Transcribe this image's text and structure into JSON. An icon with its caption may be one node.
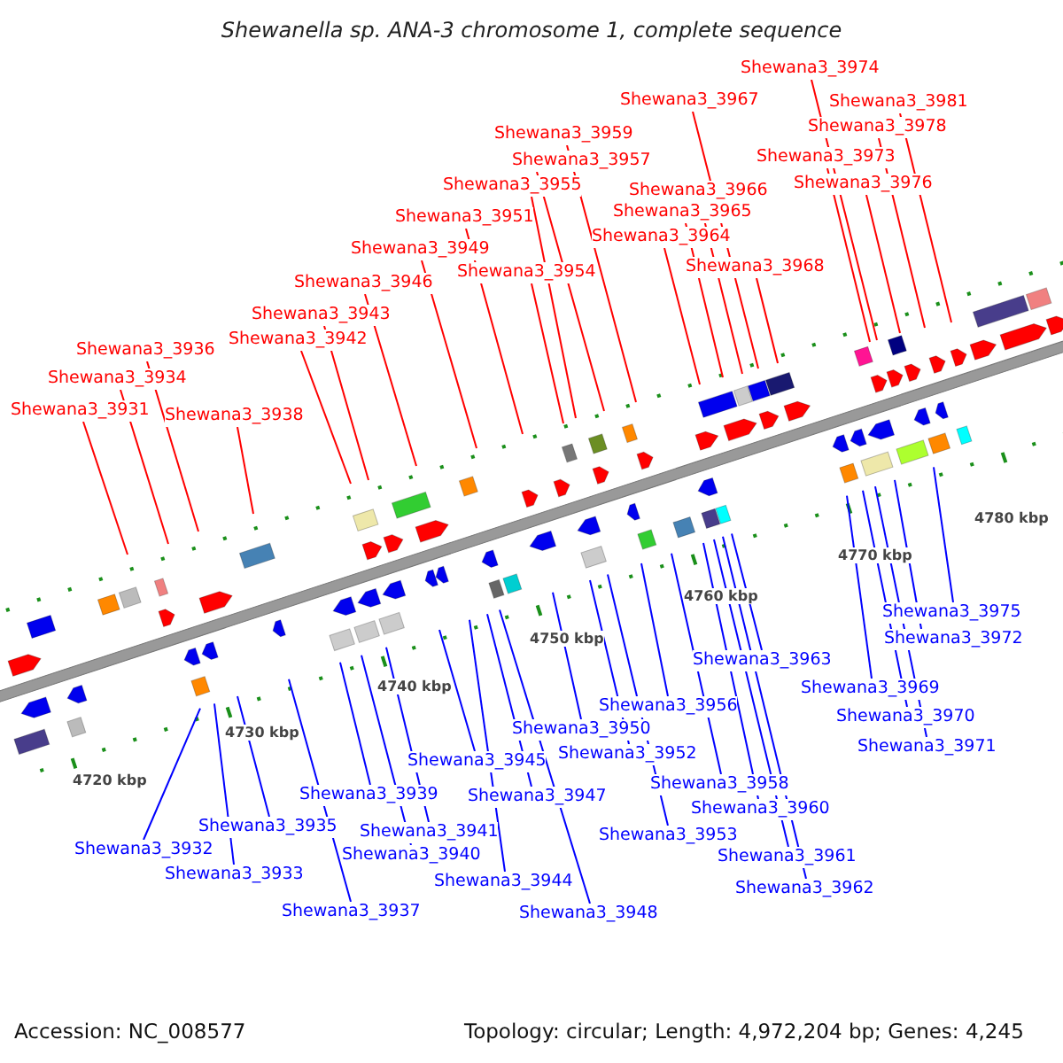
{
  "diagram": {
    "title": "Shewanella sp. ANA-3 chromosome 1, complete sequence",
    "nodes": [
      {
        "text": [
          "Shewana3_3974"
        ]
      },
      {
        "text": [
          "Shewana3_3967"
        ]
      },
      {
        "text": [
          "Shewana3_3981"
        ]
      },
      {
        "text": [
          "Shewana3_3978"
        ]
      },
      {
        "text": [
          "Shewana3_3959"
        ]
      },
      {
        "text": [
          "Shewana3_3973"
        ]
      },
      {
        "text": [
          "Shewana3_3957"
        ]
      },
      {
        "text": [
          "Shewana3_3976"
        ]
      },
      {
        "text": [
          "Shewana3_3955"
        ]
      },
      {
        "text": [
          "Shewana3_3966"
        ]
      },
      {
        "text": [
          "Shewana3_3965"
        ]
      },
      {
        "text": [
          "Shewana3_3951"
        ]
      },
      {
        "text": [
          "Shewana3_3964"
        ]
      },
      {
        "text": [
          "Shewana3_3949"
        ]
      },
      {
        "text": [
          "Shewana3_3968"
        ]
      },
      {
        "text": [
          "Shewana3_3954"
        ]
      },
      {
        "text": [
          "Shewana3_3946"
        ]
      },
      {
        "text": [
          "Shewana3_3943"
        ]
      },
      {
        "text": [
          "Shewana3_3942"
        ]
      },
      {
        "text": [
          "Shewana3_3936"
        ]
      },
      {
        "text": [
          "Shewana3_3934"
        ]
      },
      {
        "text": [
          "Shewana3_3931"
        ]
      },
      {
        "text": [
          "Shewana3_3938"
        ]
      },
      {
        "text": [
          "Shewana3_3975"
        ]
      },
      {
        "text": [
          "Shewana3_3972"
        ]
      },
      {
        "text": [
          "Shewana3_3963"
        ]
      },
      {
        "text": [
          "Shewana3_3969"
        ]
      },
      {
        "text": [
          "Shewana3_3956"
        ]
      },
      {
        "text": [
          "Shewana3_3970"
        ]
      },
      {
        "text": [
          "Shewana3_3950"
        ]
      },
      {
        "text": [
          "Shewana3_3971"
        ]
      },
      {
        "text": [
          "Shewana3_3952"
        ]
      },
      {
        "text": [
          "Shewana3_3945"
        ]
      },
      {
        "text": [
          "Shewana3_3958"
        ]
      },
      {
        "text": [
          "Shewana3_3939"
        ]
      },
      {
        "text": [
          "Shewana3_3947"
        ]
      },
      {
        "text": [
          "Shewana3_3960"
        ]
      },
      {
        "text": [
          "Shewana3_3935"
        ]
      },
      {
        "text": [
          "Shewana3_3941"
        ]
      },
      {
        "text": [
          "Shewana3_3953"
        ]
      },
      {
        "text": [
          "Shewana3_3932"
        ]
      },
      {
        "text": [
          "Shewana3_3940"
        ]
      },
      {
        "text": [
          "Shewana3_3961"
        ]
      },
      {
        "text": [
          "Shewana3_3933"
        ]
      },
      {
        "text": [
          "Shewana3_3944"
        ]
      },
      {
        "text": [
          "Shewana3_3962"
        ]
      },
      {
        "text": [
          "Shewana3_3937"
        ]
      },
      {
        "text": [
          "Shewana3_3948"
        ]
      }
    ],
    "edges": [
      {
        "from": 0,
        "to": null,
        "arrow": "none",
        "color": "#ff0000"
      },
      {
        "from": 1,
        "to": null,
        "arrow": "none",
        "color": "#ff0000"
      },
      {
        "from": 2,
        "to": null,
        "arrow": "none",
        "color": "#ff0000"
      },
      {
        "from": 3,
        "to": null,
        "arrow": "none",
        "color": "#ff0000"
      },
      {
        "from": 4,
        "to": null,
        "arrow": "none",
        "color": "#ff0000"
      },
      {
        "from": 5,
        "to": null,
        "arrow": "none",
        "color": "#ff0000"
      },
      {
        "from": 6,
        "to": null,
        "arrow": "none",
        "color": "#ff0000"
      },
      {
        "from": 7,
        "to": null,
        "arrow": "none",
        "color": "#ff0000"
      },
      {
        "from": 8,
        "to": null,
        "arrow": "none",
        "color": "#ff0000"
      },
      {
        "from": 9,
        "to": null,
        "arrow": "none",
        "color": "#ff0000"
      },
      {
        "from": 10,
        "to": null,
        "arrow": "none",
        "color": "#ff0000"
      },
      {
        "from": 11,
        "to": null,
        "arrow": "none",
        "color": "#ff0000"
      },
      {
        "from": 12,
        "to": null,
        "arrow": "none",
        "color": "#ff0000"
      },
      {
        "from": 13,
        "to": null,
        "arrow": "none",
        "color": "#ff0000"
      },
      {
        "from": 14,
        "to": null,
        "arrow": "none",
        "color": "#ff0000"
      },
      {
        "from": 15,
        "to": null,
        "arrow": "none",
        "color": "#ff0000"
      },
      {
        "from": 16,
        "to": null,
        "arrow": "none",
        "color": "#ff0000"
      },
      {
        "from": 17,
        "to": null,
        "arrow": "none",
        "color": "#ff0000"
      },
      {
        "from": 18,
        "to": null,
        "arrow": "none",
        "color": "#ff0000"
      },
      {
        "from": 19,
        "to": null,
        "arrow": "none",
        "color": "#ff0000"
      },
      {
        "from": 20,
        "to": null,
        "arrow": "none",
        "color": "#ff0000"
      },
      {
        "from": 21,
        "to": null,
        "arrow": "none",
        "color": "#ff0000"
      },
      {
        "from": 22,
        "to": null,
        "arrow": "none",
        "color": "#ff0000"
      },
      {
        "from": 23,
        "to": null,
        "arrow": "none"
      },
      {
        "from": 24,
        "to": null,
        "arrow": "none"
      },
      {
        "from": 25,
        "to": null,
        "arrow": "none"
      },
      {
        "from": 26,
        "to": null,
        "arrow": "none"
      },
      {
        "from": 27,
        "to": null,
        "arrow": "none"
      },
      {
        "from": 28,
        "to": null,
        "arrow": "none"
      },
      {
        "from": 29,
        "to": null,
        "arrow": "none"
      },
      {
        "from": 30,
        "to": null,
        "arrow": "none"
      },
      {
        "from": 31,
        "to": null,
        "arrow": "none"
      },
      {
        "from": 32,
        "to": null,
        "arrow": "none"
      },
      {
        "from": 33,
        "to": null,
        "arrow": "none"
      },
      {
        "from": 34,
        "to": null,
        "arrow": "none"
      },
      {
        "from": 35,
        "to": null,
        "arrow": "none"
      },
      {
        "from": 36,
        "to": null,
        "arrow": "none"
      },
      {
        "from": 37,
        "to": null,
        "arrow": "none"
      },
      {
        "from": 38,
        "to": null,
        "arrow": "none"
      },
      {
        "from": 39,
        "to": null,
        "arrow": "none"
      },
      {
        "from": 40,
        "to": null,
        "arrow": "none"
      },
      {
        "from": 41,
        "to": null,
        "arrow": "none"
      },
      {
        "from": 42,
        "to": null,
        "arrow": "none"
      },
      {
        "from": 43,
        "to": null,
        "arrow": "none"
      },
      {
        "from": 44,
        "to": null,
        "arrow": "none"
      },
      {
        "from": 45,
        "to": null,
        "arrow": "none"
      },
      {
        "from": 46,
        "to": null,
        "arrow": "none"
      },
      {
        "from": 47,
        "to": null,
        "arrow": "none"
      }
    ],
    "labels": [
      "4780 kbp",
      "4770 kbp",
      "4760 kbp",
      "4750 kbp",
      "4740 kbp",
      "4730 kbp",
      "4720 kbp",
      "Accession: NC_008577",
      "Topology: circular; Length: 4,972,204 bp; Genes: 4,245"
    ]
  }
}
